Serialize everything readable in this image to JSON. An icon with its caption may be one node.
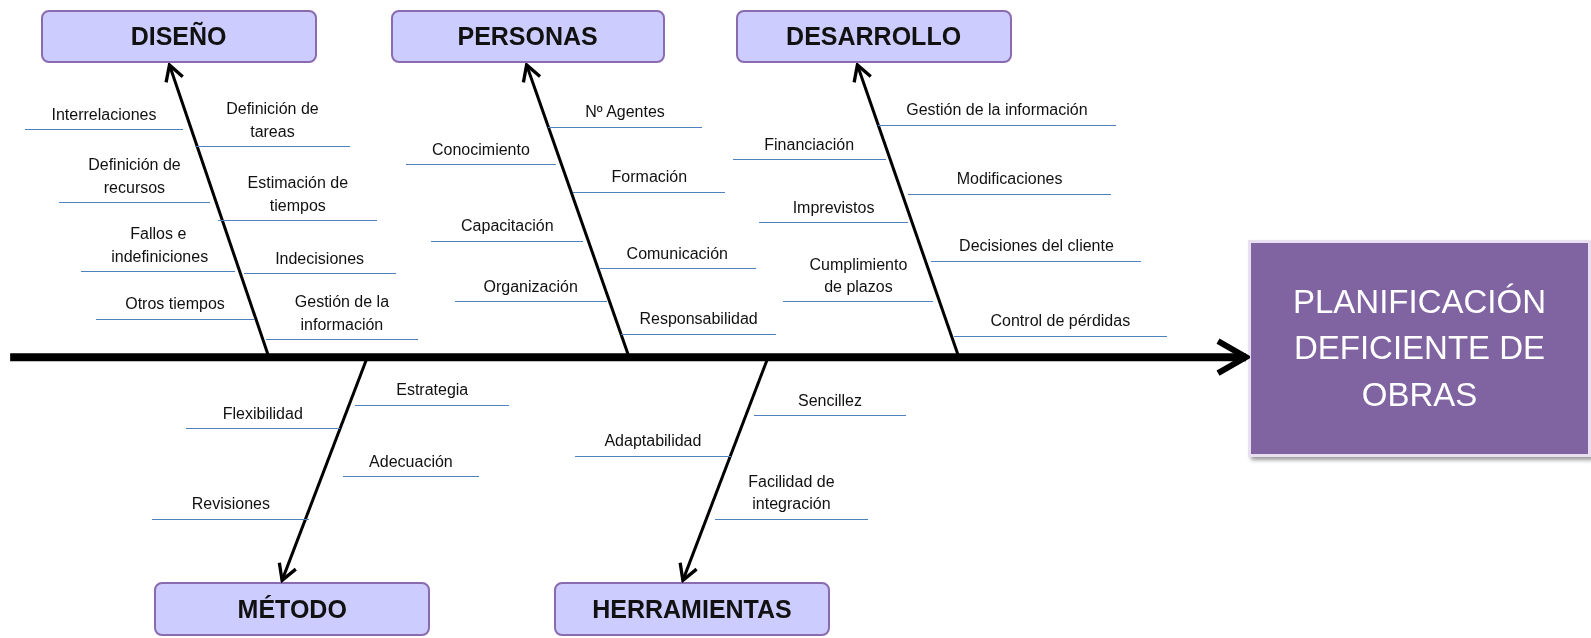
{
  "diagram": {
    "nodes": [
      {
        "text": [
          "DISEÑO"
        ]
      },
      {
        "text": [
          "PERSONAS"
        ]
      },
      {
        "text": [
          "DESARROLLO"
        ]
      },
      {
        "text": [
          "PLANIFICACIÓN DEFICIENTE DE OBRAS"
        ]
      },
      {
        "text": [
          "MÉTODO"
        ]
      },
      {
        "text": [
          "HERRAMIENTAS"
        ]
      }
    ],
    "edges": [
      {
        "from": null,
        "to": 0,
        "arrow": "to"
      },
      {
        "from": null,
        "to": 1,
        "arrow": "to"
      },
      {
        "from": null,
        "to": 2,
        "arrow": "to"
      },
      {
        "from": null,
        "to": 3,
        "arrow": "to",
        "style": "thick"
      },
      {
        "from": null,
        "to": 4,
        "arrow": "to"
      },
      {
        "from": null,
        "to": 5,
        "arrow": "to"
      }
    ],
    "labels": [
      "Interrelaciones",
      "Definición de tareas",
      "Definición de recursos",
      "Estimación de tiempos",
      "Fallos e indefiniciones",
      "Indecisiones",
      "Otros tiempos",
      "Gestión de la información",
      "Nº Agentes",
      "Conocimiento",
      "Formación",
      "Capacitación",
      "Comunicación",
      "Organización",
      "Responsabilidad",
      "Gestión de la información",
      "Financiación",
      "Modificaciones",
      "Imprevistos",
      "Decisiones del cliente",
      "Cumplimiento de plazos",
      "Control de pérdidas",
      "Estrategia",
      "Flexibilidad",
      "Adecuación",
      "Revisiones",
      "Sencillez",
      "Adaptabilidad",
      "Facilidad de integración"
    ]
  }
}
